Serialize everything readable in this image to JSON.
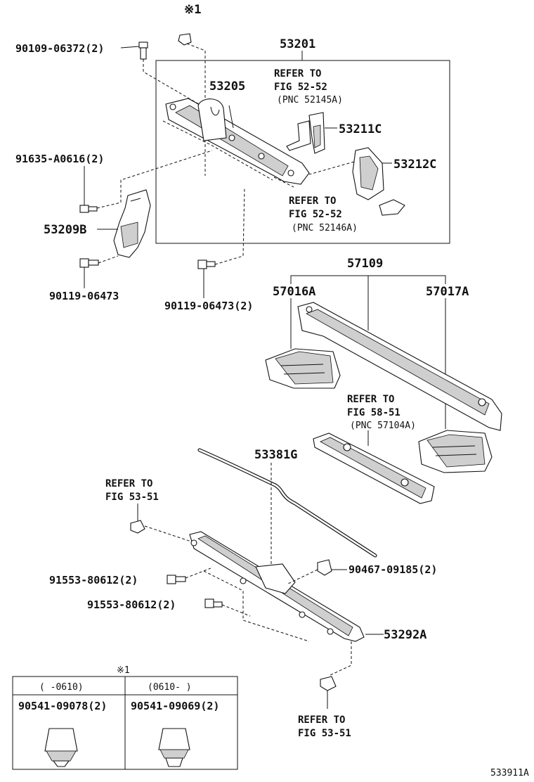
{
  "note_mark": "※1",
  "labels": {
    "p90109": "90109-06372(2)",
    "p53201": "53201",
    "p53205": "53205",
    "ref1_a": "REFER TO",
    "ref1_b": "FIG 52-52",
    "ref1_c": "(PNC 52145A)",
    "p53211C": "53211C",
    "p91635": "91635-A0616(2)",
    "p53212C": "53212C",
    "ref2_a": "REFER TO",
    "ref2_b": "FIG 52-52",
    "ref2_c": "(PNC 52146A)",
    "p53209B": "53209B",
    "p90119a": "90119-06473",
    "p90119b": "90119-06473(2)",
    "p57109": "57109",
    "p57016A": "57016A",
    "p57017A": "57017A",
    "ref3_a": "REFER TO",
    "ref3_b": "FIG 58-51",
    "ref3_c": "(PNC 57104A)",
    "p53381G": "53381G",
    "ref4_a": "REFER TO",
    "ref4_b": "FIG 53-51",
    "p91553a": "91553-80612(2)",
    "p90467": "90467-09185(2)",
    "p91553b": "91553-80612(2)",
    "p53292A": "53292A",
    "ref5_a": "REFER TO",
    "ref5_b": "FIG 53-51",
    "catalog_id": "533911A"
  },
  "inset": {
    "mark": "※1",
    "col1_date": "(   -0610)",
    "col2_date": "(0610-   )",
    "col1_part": "90541-09078(2)",
    "col2_part": "90541-09069(2)"
  }
}
